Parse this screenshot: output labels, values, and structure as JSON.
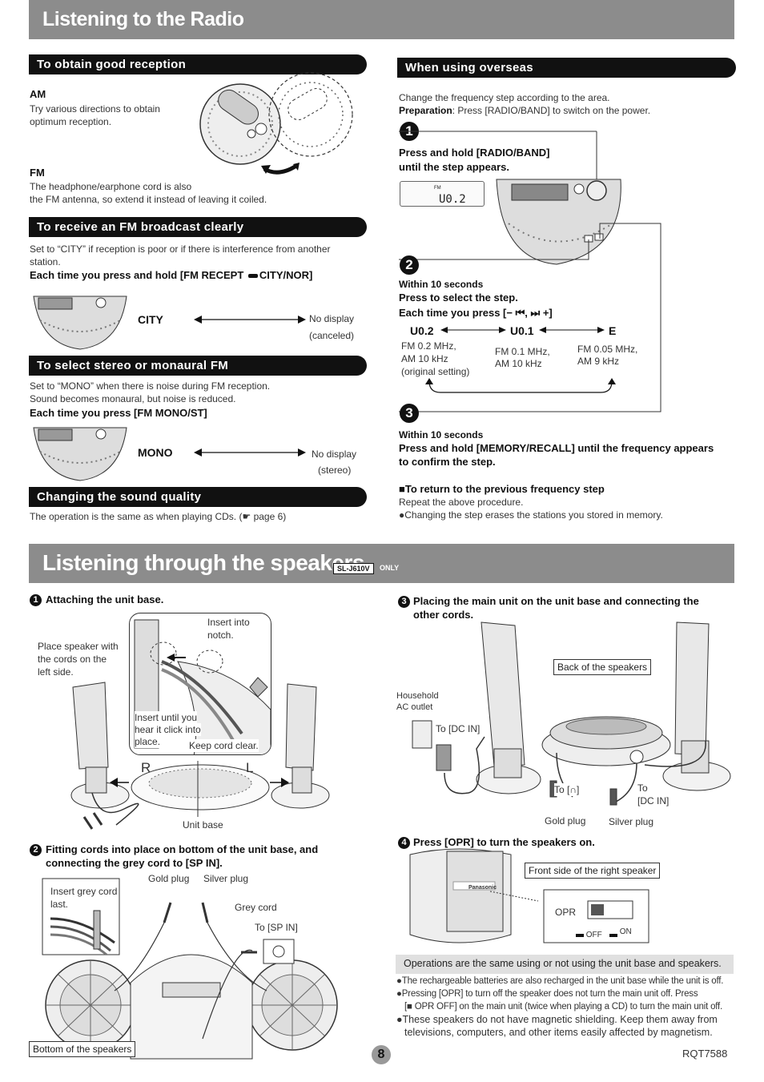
{
  "radio": {
    "header": "Listening to the Radio",
    "reception": {
      "title": "To obtain good reception",
      "am_label": "AM",
      "am_text1": "Try various directions to obtain",
      "am_text2": "optimum reception.",
      "fm_label": "FM",
      "fm_text1": "The headphone/earphone cord is also",
      "fm_text2": "the FM antenna, so extend it instead of leaving it coiled."
    },
    "fm_clear": {
      "title": "To receive an FM broadcast clearly",
      "text1": "Set to “CITY” if reception is poor or if there is interference from another",
      "text2": "station.",
      "instruction": "Each time you press and hold [FM RECEPT",
      "instruction_end": "CITY/NOR]",
      "mode": "CITY",
      "alt1": "No display",
      "alt2": "(canceled)"
    },
    "stereo": {
      "title": "To select stereo or monaural FM",
      "text1": "Set to “MONO” when there is noise during FM reception.",
      "text2": "Sound becomes monaural, but noise is reduced.",
      "instruction": "Each time you press [FM MONO/ST]",
      "mode": "MONO",
      "alt1": "No display",
      "alt2": "(stereo)"
    },
    "sound": {
      "title": "Changing the sound quality",
      "text_start": "The operation is the same as when playing CDs. (",
      "text_end": " page 6)"
    },
    "overseas": {
      "title": "When using overseas",
      "text1": "Change the frequency step according to the area.",
      "prep_label": "Preparation",
      "prep_text": ":  Press [RADIO/BAND] to switch on the power.",
      "step1_num": "1",
      "step1_text1": "Press and hold [RADIO/BAND]",
      "step1_text2": "until the step appears.",
      "display_small": "FM",
      "display": "U0.2",
      "step2_num": "2",
      "step2_within": "Within 10 seconds",
      "step2_text1": "Press to select the step.",
      "step2_text2": "Each time you press [− ⏮, ⏭ +]",
      "u02": "U0.2",
      "u01": "U0.1",
      "ue": "E",
      "u02_desc1": "FM 0.2 MHz,",
      "u02_desc2": "AM 10 kHz",
      "u02_desc3": "(original setting)",
      "u01_desc1": "FM 0.1 MHz,",
      "u01_desc2": "AM 10 kHz",
      "ue_desc1": "FM 0.05 MHz,",
      "ue_desc2": "AM 9 kHz",
      "step3_num": "3",
      "step3_within": "Within 10 seconds",
      "step3_text": "Press and hold [MEMORY/RECALL] until the frequency appears",
      "step3_text2": "to confirm the step.",
      "return_title": "■To return to the previous frequency step",
      "return_text1": "Repeat the above procedure.",
      "return_text2": "●Changing the step erases the stations you stored in memory."
    }
  },
  "speakers": {
    "header": "Listening through the speakers",
    "model_badge": "SL-J610V",
    "only": "ONLY",
    "s1": {
      "num": "1",
      "title": "Attaching the unit base.",
      "place1": "Place speaker with",
      "place2": "the cords on the",
      "place3": "left side.",
      "notch1": "Insert into",
      "notch2": "notch.",
      "click1": "Insert until you",
      "click2": "hear it click into",
      "click3": "place.",
      "keep": "Keep cord clear.",
      "r": "R",
      "l": "L",
      "base": "Unit base"
    },
    "s2": {
      "num": "2",
      "title1": "Fitting cords into place on bottom of the unit base, and",
      "title2": "connecting the grey cord to [SP IN].",
      "grey_last1": "Insert grey cord",
      "grey_last2": "last.",
      "gold": "Gold plug",
      "silver": "Silver plug",
      "grey": "Grey cord",
      "spin": "To [SP IN]",
      "bottom": "Bottom of the speakers"
    },
    "s3": {
      "num": "3",
      "title1": "Placing the main unit on the unit base and connecting the",
      "title2": "other cords.",
      "back": "Back of the speakers",
      "outlet1": "Household",
      "outlet2": "AC outlet",
      "dcin": "To [DC IN]",
      "to_phones": "To [",
      "to_phones_end": "]",
      "to_dcin1": "To",
      "to_dcin2": "[DC IN]",
      "gold": "Gold plug",
      "silver": "Silver plug"
    },
    "s4": {
      "num": "4",
      "title": "Press [OPR] to turn the speakers on.",
      "front": "Front side of the right speaker",
      "opr": "OPR",
      "off": "OFF",
      "on": "ON",
      "brand": "Panasonic"
    },
    "notes": {
      "banner": "Operations are the same using or not using the unit base and speakers.",
      "n1": "●The rechargeable batteries are also recharged in the unit base while the unit is off.",
      "n2": "●Pressing [OPR] to turn off the speaker does not turn the main unit off. Press",
      "n2b": "[■ OPR OFF] on the main unit (twice when playing a CD) to turn the main unit off.",
      "n3": "●These speakers do not have magnetic shielding. Keep them away from",
      "n3b": "televisions, computers, and other items easily affected by magnetism."
    }
  },
  "footer": {
    "page": "8",
    "code": "RQT7588"
  }
}
